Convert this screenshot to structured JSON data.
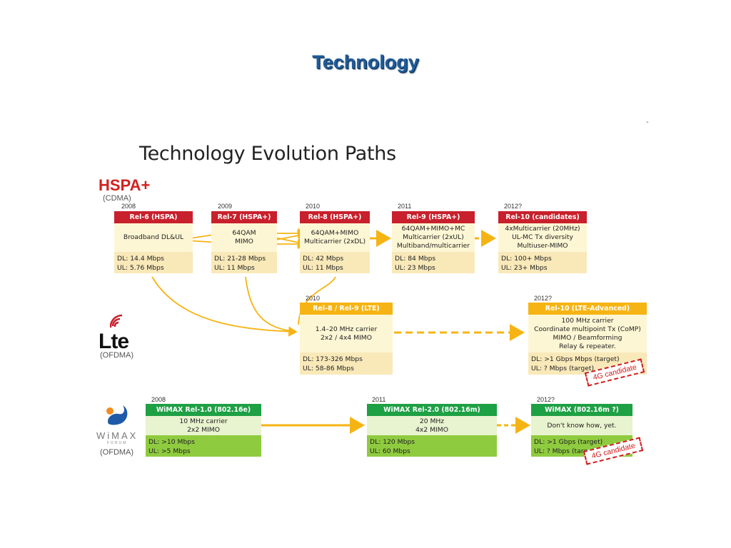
{
  "slide_title": "Technology",
  "figure_title": "Technology Evolution Paths",
  "minus_mark": "-",
  "tracks": {
    "hspa": {
      "name": "HSPA+",
      "sub": "(CDMA)"
    },
    "lte": {
      "name": "Lte",
      "sub": "(OFDMA)"
    },
    "wimax": {
      "name": "WiMAX",
      "forum": "FORUM",
      "sub": "(OFDMA)"
    }
  },
  "boxes": {
    "rel6": {
      "year": "2008",
      "header": "Rel-6 (HSPA)",
      "body": [
        "Broadband DL&UL"
      ],
      "dl": "DL: 14.4 Mbps",
      "ul": "UL: 5.76 Mbps"
    },
    "rel7": {
      "year": "2009",
      "header": "Rel-7 (HSPA+)",
      "body": [
        "64QAM",
        "MIMO"
      ],
      "dl": "DL: 21-28 Mbps",
      "ul": "UL: 11 Mbps"
    },
    "rel8": {
      "year": "2010",
      "header": "Rel-8 (HSPA+)",
      "body": [
        "64QAM+MIMO",
        "Multicarrier (2xDL)"
      ],
      "dl": "DL: 42 Mbps",
      "ul": "UL: 11 Mbps"
    },
    "rel9": {
      "year": "2011",
      "header": "Rel-9 (HSPA+)",
      "body": [
        "64QAM+MIMO+MC",
        "Multicarrier (2xUL)",
        "Multiband/multicarrier"
      ],
      "dl": "DL: 84 Mbps",
      "ul": "UL: 23 Mbps"
    },
    "rel10": {
      "year": "2012?",
      "header": "Rel-10 (candidates)",
      "body": [
        "4xMulticarrier (20MHz)",
        "UL-MC Tx diversity",
        "Multiuser-MIMO"
      ],
      "dl": "DL: 100+ Mbps",
      "ul": "UL:  23+ Mbps"
    },
    "lte89": {
      "year": "2010",
      "header": "Rel-8 / Rel-9 (LTE)",
      "body": [
        "1.4–20 MHz carrier",
        "2x2 / 4x4 MIMO"
      ],
      "dl": "DL: 173-326 Mbps",
      "ul": "UL: 58-86 Mbps"
    },
    "lteadv": {
      "year": "2012?",
      "header": "Rel-10 (LTE-Advanced)",
      "body": [
        "100 MHz carrier",
        "Coordinate multipoint Tx (CoMP)",
        "MIMO / Beamforming",
        "Relay & repeater."
      ],
      "dl": "DL: >1 Gbps Mbps (target)",
      "ul": "UL: ? Mbps (target)"
    },
    "wimax1": {
      "year": "2008",
      "header": "WiMAX Rel-1.0 (802.16e)",
      "body": [
        "10 MHz carrier",
        "2x2 MIMO"
      ],
      "dl": "DL: >10 Mbps",
      "ul": "UL: >5 Mbps"
    },
    "wimax2": {
      "year": "2011",
      "header": "WiMAX Rel-2.0 (802.16m)",
      "body": [
        "20 MHz",
        "4x2 MIMO"
      ],
      "dl": "DL: 120 Mbps",
      "ul": "UL: 60 Mbps"
    },
    "wimaxm": {
      "year": "2012?",
      "header": "WiMAX (802.16m  ?)",
      "body": [
        "Don't know how, yet."
      ],
      "dl": "DL: >1 Gbps (target)",
      "ul": "UL: ? Mbps (target)"
    }
  },
  "stamps": {
    "lte": "4G candidate",
    "wimax": "4G candidate"
  },
  "colors": {
    "title_blue": "#1f5c99",
    "hspa_red": "#c8202c",
    "lte_orange": "#f6b414",
    "wimax_green": "#1ea044",
    "arrow_yellow": "#f6b414"
  }
}
